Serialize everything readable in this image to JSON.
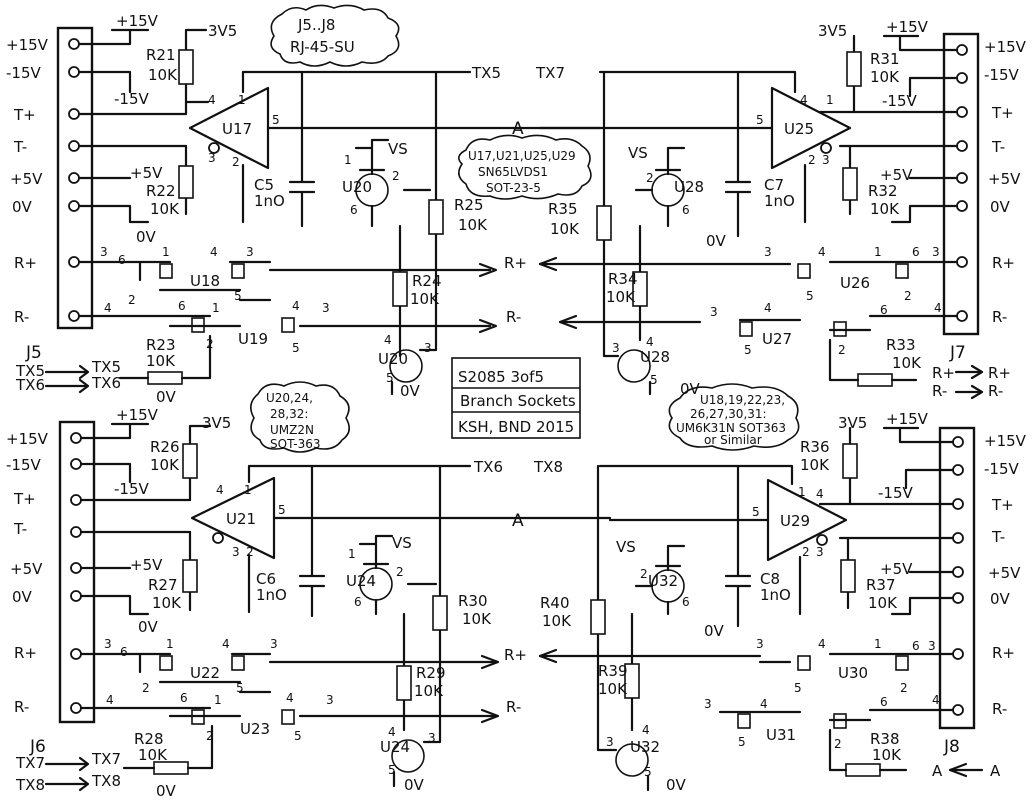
{
  "connectors": {
    "J5": {
      "name": "J5",
      "pins": [
        "+15V",
        "-15V",
        "T+",
        "T-",
        "+5V",
        "0V",
        "R+",
        "R-"
      ]
    },
    "J6": {
      "name": "J6",
      "pins": [
        "+15V",
        "-15V",
        "T+",
        "T-",
        "+5V",
        "0V",
        "R+",
        "R-"
      ]
    },
    "J7": {
      "name": "J7",
      "pins": [
        "+15V",
        "-15V",
        "T+",
        "T-",
        "+5V",
        "0V",
        "R+",
        "R-"
      ]
    },
    "J8": {
      "name": "J8",
      "pins": [
        "+15V",
        "-15V",
        "T+",
        "T-",
        "+5V",
        "0V",
        "R+",
        "R-"
      ]
    }
  },
  "rails": {
    "p15": "+15V",
    "m15": "-15V",
    "p5": "+5V",
    "v3v5": "3V5",
    "vs": "VS",
    "gnd": "0V"
  },
  "notes": {
    "rj45": [
      "J5..J8",
      "RJ-45-SU"
    ],
    "lvds": [
      "U17,U21,U25,U29",
      "SN65LVDS1",
      "SOT-23-5"
    ],
    "umz": [
      "U20,24,",
      "28,32:",
      "UMZ2N",
      "SOT-363"
    ],
    "um6": [
      "U18,19,22,23,",
      "26,27,30,31:",
      "UM6K31N SOT363",
      "or Similar"
    ]
  },
  "title_block": [
    "S2085 3of5",
    "Branch Sockets",
    "KSH, BND 2015"
  ],
  "q1": {
    "driver": "U17",
    "jfet1": "U18",
    "jfet2": "U19",
    "npn": "U20",
    "npn2": "U20",
    "r_top": "R21",
    "r_bot": "R22",
    "r_in": "R23",
    "r_b": "R24",
    "r_pull": "R25",
    "cap": "C5",
    "cap_val": "1nO",
    "rval": "10K",
    "bus_tx": "TX5",
    "bus_a": "A",
    "bus_rp": "R+",
    "bus_rm": "R-",
    "in_a": "TX5",
    "in_a2": "TX5",
    "in_b": "TX6",
    "in_b2": "TX6"
  },
  "q2": {
    "driver": "U25",
    "jfet1": "U26",
    "jfet2": "U27",
    "npn": "U28",
    "npn2": "U28",
    "r_top": "R31",
    "r_bot": "R32",
    "r_in": "R33",
    "r_b": "R34",
    "r_pull": "R35",
    "cap": "C7",
    "cap_val": "1nO",
    "rval": "10K",
    "bus_tx": "TX7",
    "out_a": "R+",
    "out_a2": "R+",
    "out_b": "R-",
    "out_b2": "R-"
  },
  "q3": {
    "driver": "U21",
    "jfet1": "U22",
    "jfet2": "U23",
    "npn": "U24",
    "npn2": "U24",
    "r_top": "R26",
    "r_bot": "R27",
    "r_in": "R28",
    "r_b": "R29",
    "r_pull": "R30",
    "cap": "C6",
    "cap_val": "1nO",
    "rval": "10K",
    "bus_tx": "TX6",
    "bus_a": "A",
    "bus_rp": "R+",
    "bus_rm": "R-",
    "in_a": "TX7",
    "in_a2": "TX7",
    "in_b": "TX8",
    "in_b2": "TX8"
  },
  "q4": {
    "driver": "U29",
    "jfet1": "U30",
    "jfet2": "U31",
    "npn": "U32",
    "npn2": "U32",
    "r_top": "R36",
    "r_bot": "R37",
    "r_in": "R38",
    "r_b": "R39",
    "r_pull": "R40",
    "cap": "C8",
    "cap_val": "1nO",
    "rval": "10K",
    "bus_tx": "TX8",
    "out_a": "A",
    "out_a2": "A"
  }
}
